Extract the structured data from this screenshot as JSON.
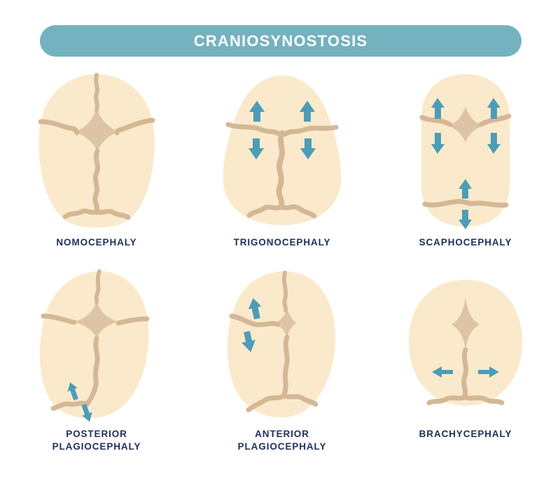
{
  "header": {
    "title": "CRANIOSYNOSTOSIS",
    "banner_color": "#74b2bf",
    "title_color": "#ffffff"
  },
  "palette": {
    "skull_fill": "#faeacb",
    "suture": "#d4b896",
    "fontanelle": "#ddc4a4",
    "arrow": "#4d9cb8",
    "label_text": "#20305e",
    "background": "#ffffff"
  },
  "figures": [
    {
      "id": "nomocephaly",
      "label": "NOMOCEPHALY",
      "description": "normal oval skull with open sutures and diamond anterior fontanelle",
      "arrows": []
    },
    {
      "id": "trigonocephaly",
      "label": "TRIGONOCEPHALY",
      "description": "triangular narrow forehead, fused metopic suture",
      "arrows": [
        "up-left",
        "up-right",
        "down-left",
        "down-right"
      ]
    },
    {
      "id": "scaphocephaly",
      "label": "SCAPHOCEPHALY",
      "description": "long narrow boat-shaped skull, fused sagittal suture",
      "arrows": [
        "up-left",
        "up-right",
        "down-left",
        "down-right",
        "up-bottom",
        "down-bottom"
      ]
    },
    {
      "id": "posterior-plagiocephaly",
      "label": "POSTERIOR\nPLAGIOCEPHALY",
      "description": "asymmetric flattening of the back of the skull, fused lambdoid suture",
      "arrows": [
        "up-diagonal",
        "down-diagonal"
      ]
    },
    {
      "id": "anterior-plagiocephaly",
      "label": "ANTERIOR\nPLAGIOCEPHALY",
      "description": "asymmetric flattening of the front of the skull, fused unilateral coronal suture",
      "arrows": [
        "up-diagonal",
        "down-diagonal"
      ]
    },
    {
      "id": "brachycephaly",
      "label": "BRACHYCEPHALY",
      "description": "short wide skull, fused bilateral coronal sutures",
      "arrows": [
        "left",
        "right"
      ]
    }
  ]
}
